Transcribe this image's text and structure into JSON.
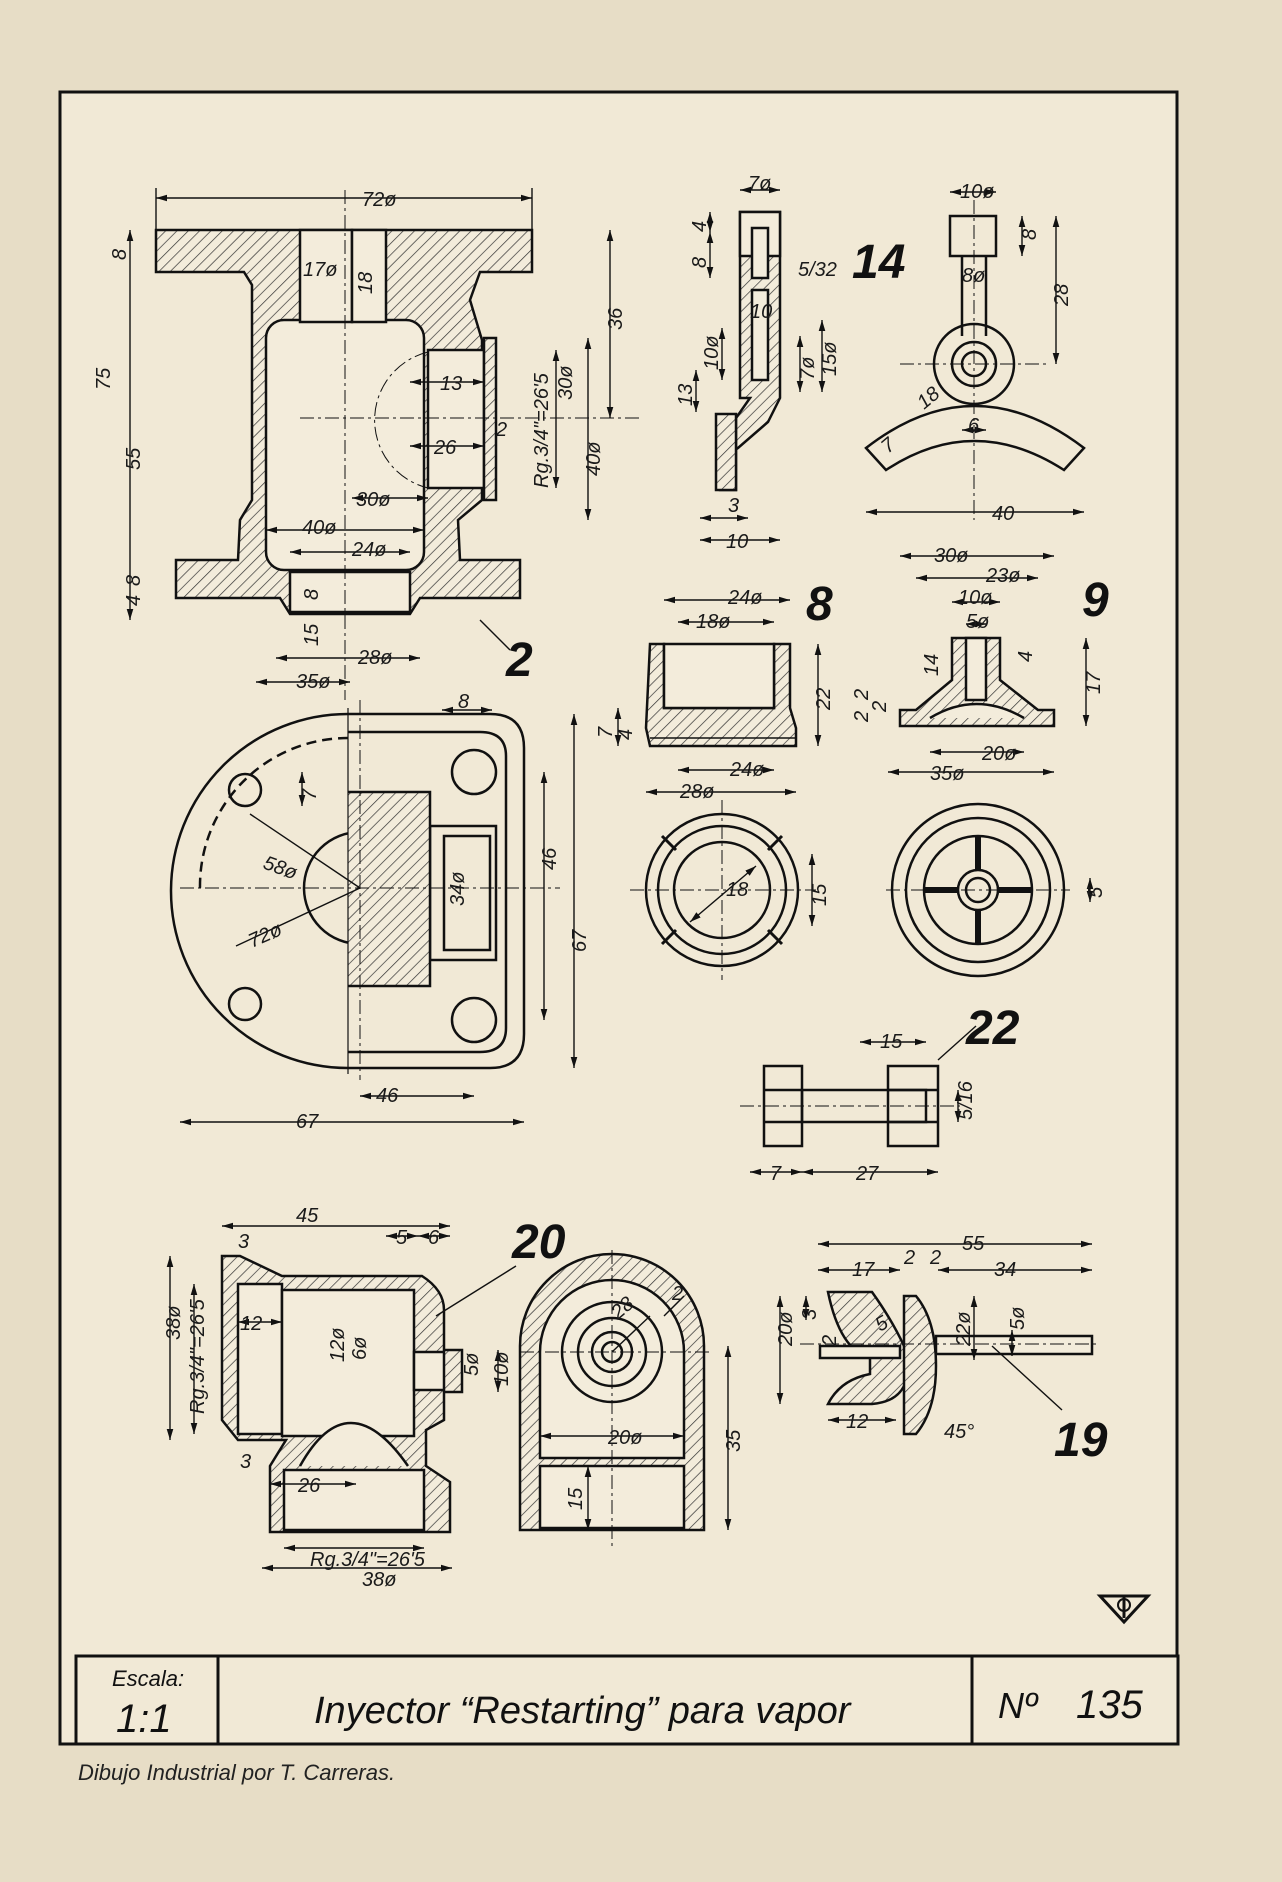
{
  "sheet": {
    "scale_label": "Escala:",
    "scale_value": "1:1",
    "title": "Inyector “Restarting” para vapor",
    "number_label": "Nº",
    "number_value": "135",
    "credit": "Dibujo Industrial por T. Carreras."
  },
  "callouts": {
    "part2": "2",
    "part14": "14",
    "part8": "8",
    "part9": "9",
    "part22": "22",
    "part20": "20",
    "part19": "19"
  },
  "dims": {
    "d72top": "72ø",
    "d17": "17ø",
    "d18": "18",
    "d36": "36",
    "d8a": "8",
    "d75": "75",
    "d55": "55",
    "d4a": "4",
    "d8b": "8",
    "d13": "13",
    "d26": "26",
    "d2": "2",
    "drg": "Rg.3/4\"=26'5",
    "d30v": "30ø",
    "d40v": "40ø",
    "d30h": "30ø",
    "d40h": "40ø",
    "d24": "24ø",
    "d8c": "8",
    "d15": "15",
    "d28": "28ø",
    "d35": "35ø",
    "d8d": "8",
    "d46v": "46",
    "d67v": "67",
    "d34": "34ø",
    "d7": "7",
    "d58": "58ø",
    "d72b": "72ø",
    "d46h": "46",
    "d67h": "67",
    "p14_7": "7ø",
    "p14_4": "4",
    "p14_8": "8",
    "p14_532": "5/32",
    "p14_10": "10",
    "p14_10v": "10ø",
    "p14_7v": "7ø",
    "p14_15": "15ø",
    "p14_13": "13",
    "p14_3": "3",
    "p14_10b": "10",
    "p14b_10": "10ø",
    "p14b_8": "8",
    "p14b_8d": "8ø",
    "p14b_28": "28",
    "p14b_18": "18",
    "p14b_6": "6",
    "p14b_7": "7",
    "p14b_40": "40",
    "p8_24": "24ø",
    "p8_18": "18ø",
    "p8_22": "22",
    "p8_7": "7",
    "p8_4": "4",
    "p8_24b": "24ø",
    "p8_28": "28ø",
    "p8_18c": "18",
    "p8_15": "15",
    "p9_30": "30ø",
    "p9_23": "23ø",
    "p9_10": "10ø",
    "p9_5": "5ø",
    "p9_14": "14",
    "p9_4": "4",
    "p9_17": "17",
    "p9_2a": "2",
    "p9_2b": "2",
    "p9_2c": "2",
    "p9_20": "20ø",
    "p9_35": "35ø",
    "p9_5b": "5",
    "p22_15": "15",
    "p22_516": "5/16",
    "p22_7": "7",
    "p22_27": "27",
    "p20_45": "45",
    "p20_3": "3",
    "p20_5": "5",
    "p20_6": "6",
    "p20_38": "38ø",
    "p20_rg": "Rg.3/4\"=26'5",
    "p20_12": "12",
    "p20_12d": "12ø",
    "p20_6d": "6ø",
    "p20_10": "10ø",
    "p20_5d": "5ø",
    "p20_3b": "3",
    "p20_26": "26",
    "p20_rgb": "Rg.3/4\"=26'5",
    "p20_38b": "38ø",
    "p20_28": "28",
    "p20_2": "2",
    "p20_20": "20ø",
    "p20_15": "15",
    "p20_35": "35",
    "p19_55": "55",
    "p19_17": "17",
    "p19_2a": "2",
    "p19_2b": "2",
    "p19_34": "34",
    "p19_20": "20ø",
    "p19_3": "3",
    "p19_2c": "2",
    "p19_5": "5",
    "p19_22": "22ø",
    "p19_5d": "5ø",
    "p19_12": "12",
    "p19_45": "45°"
  }
}
